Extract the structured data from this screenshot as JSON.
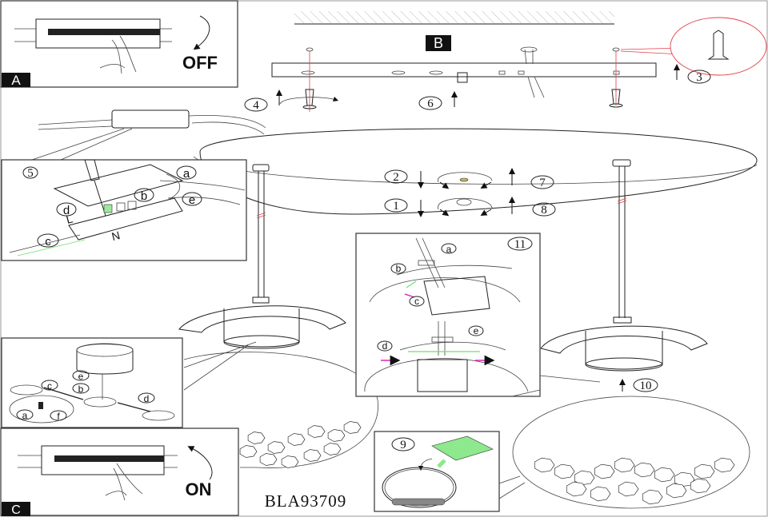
{
  "document": {
    "model_number": "BLA93709"
  },
  "panels": {
    "A": {
      "badge": "A",
      "action": "OFF"
    },
    "B": {
      "badge": "B"
    },
    "C": {
      "badge": "C",
      "action": "ON"
    }
  },
  "steps": {
    "s1": "1",
    "s2": "2",
    "s3": "3",
    "s4": "4",
    "s5": "5",
    "s6": "6",
    "s7": "7",
    "s8": "8",
    "s9": "9",
    "s10": "10",
    "s11": "11"
  },
  "callouts": {
    "step5": {
      "a": "a",
      "b": "b",
      "c": "c",
      "d": "d",
      "e": "e",
      "l": "L",
      "n": "N"
    },
    "step11": {
      "a": "a",
      "b": "b",
      "c": "c",
      "d": "d",
      "e": "e"
    },
    "led_module": {
      "a": "a",
      "b": "b",
      "c": "c",
      "d": "d",
      "e": "e",
      "f": "f"
    }
  },
  "colors": {
    "line": "#222222",
    "accent_red": "#e0404a",
    "accent_green": "#6ee06e",
    "accent_magenta": "#e020c0",
    "badge_bg": "#111111"
  }
}
